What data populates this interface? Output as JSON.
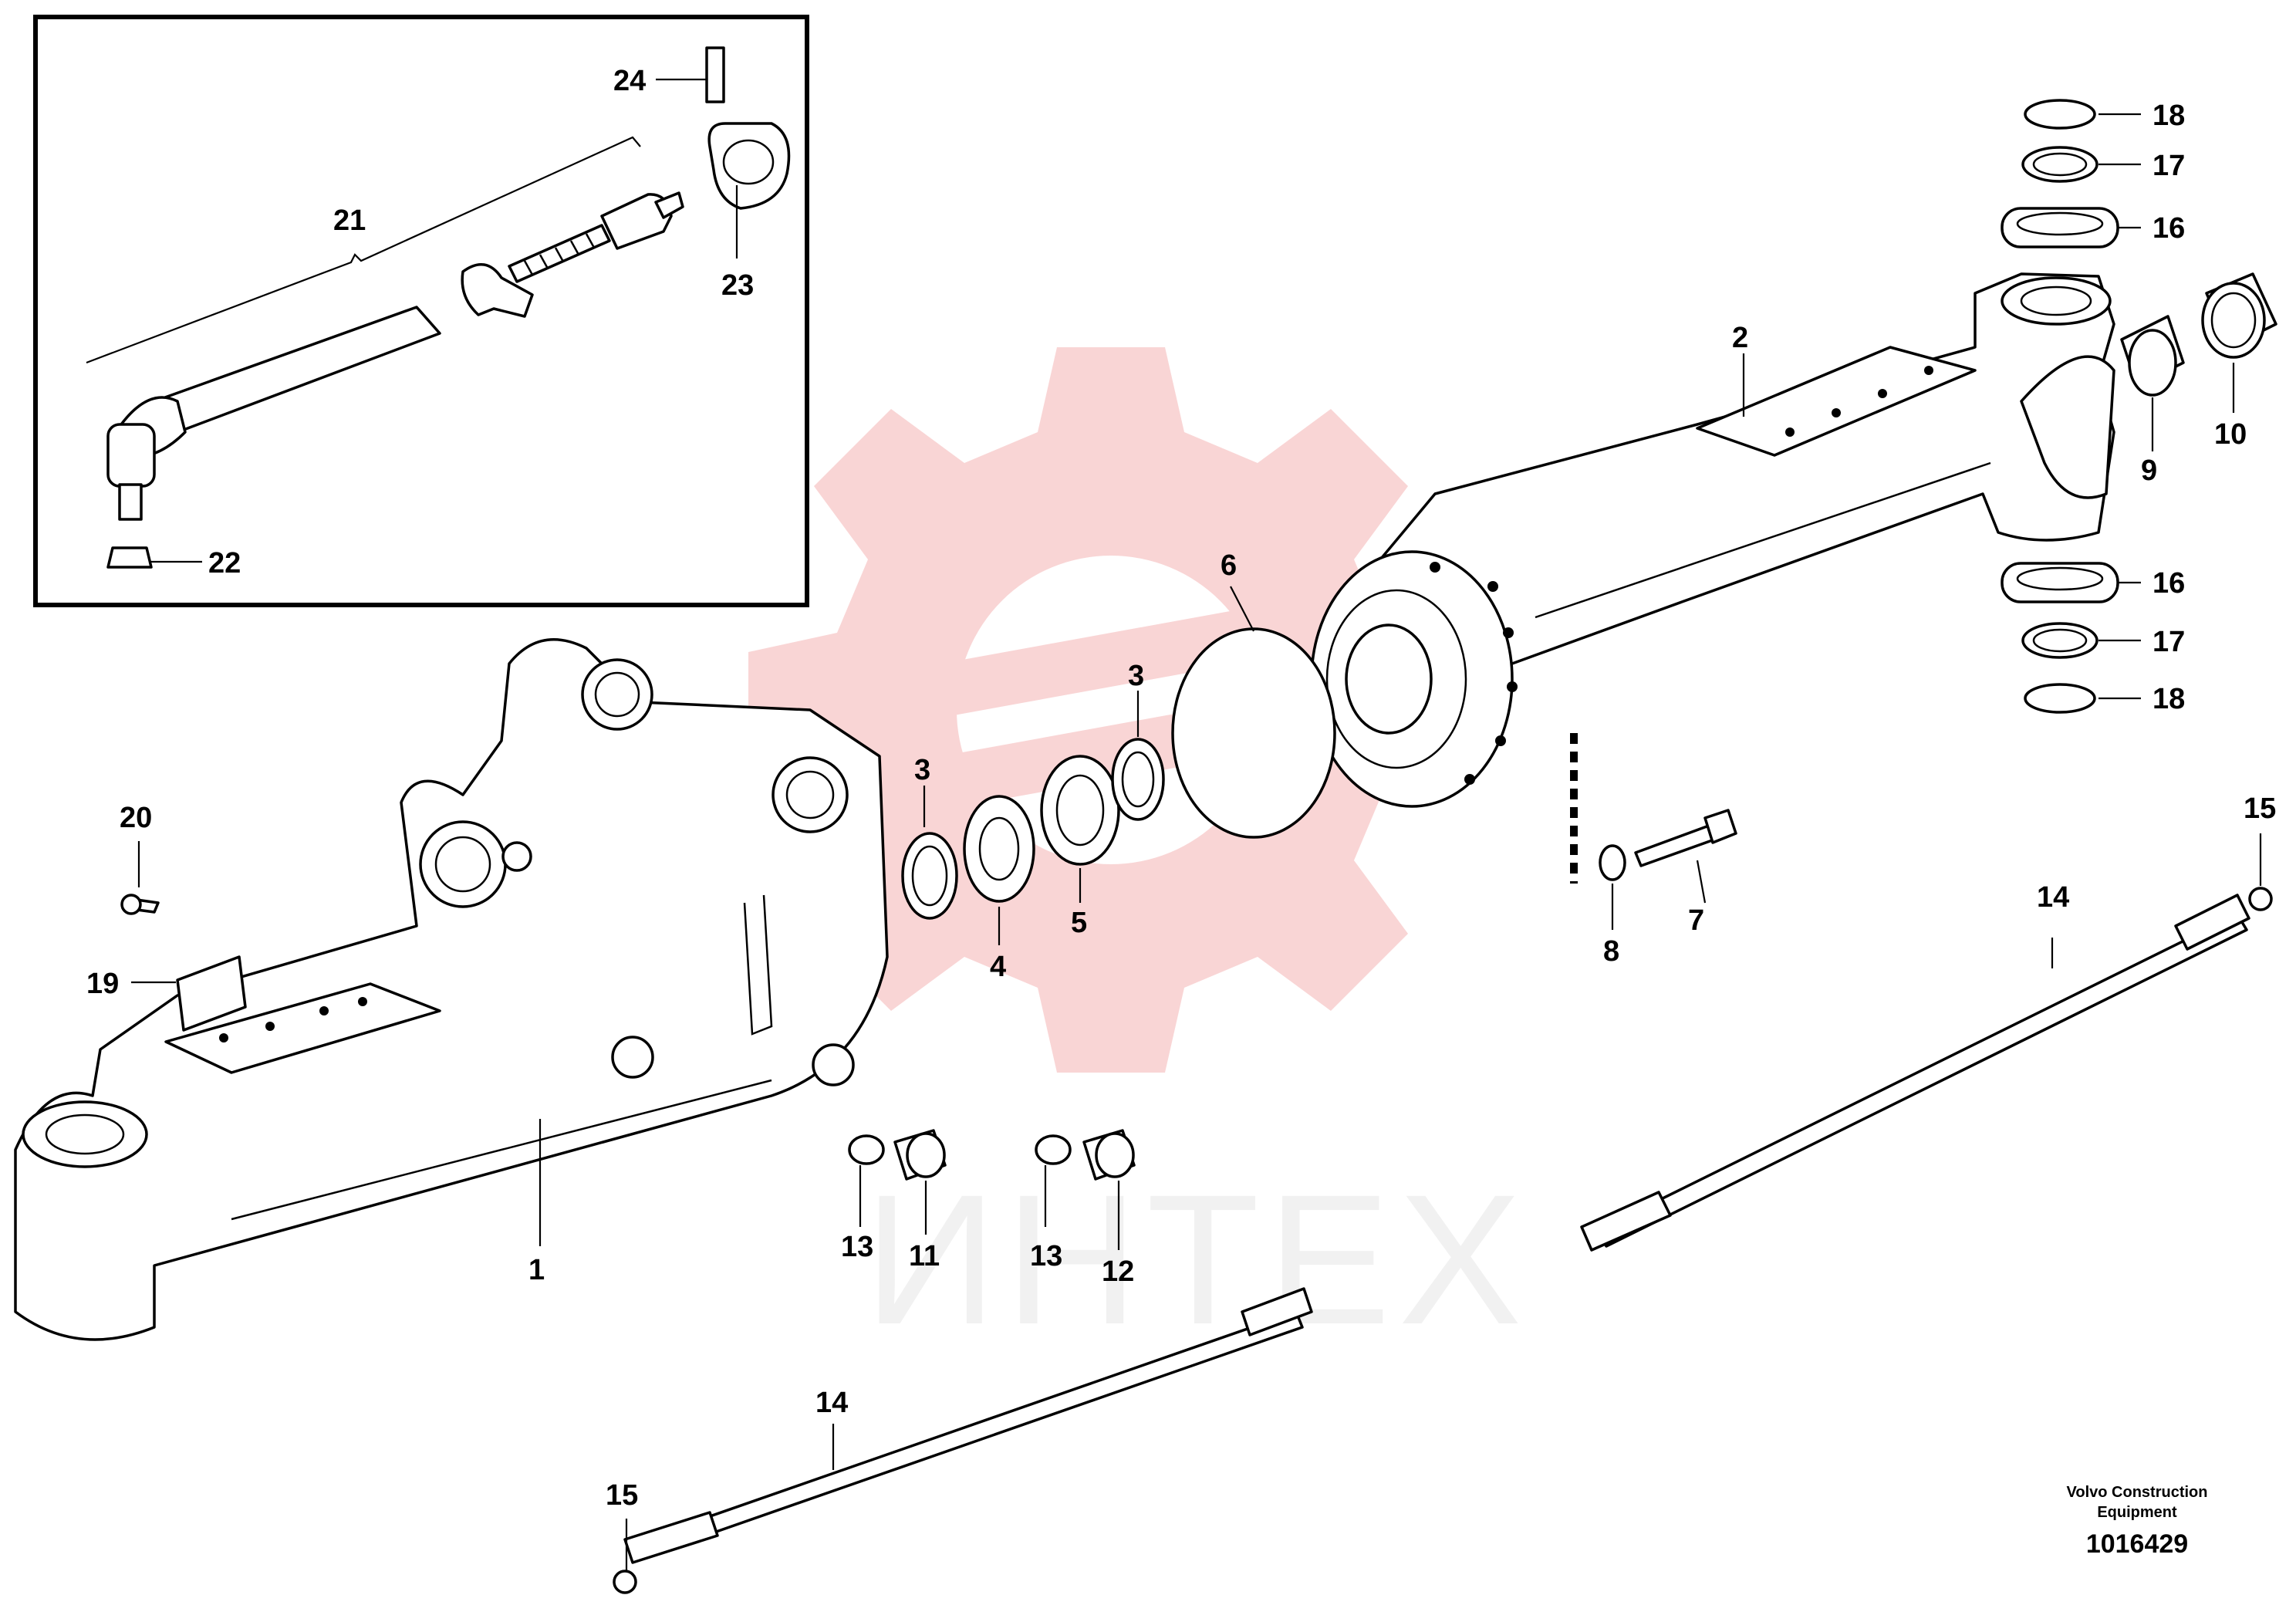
{
  "watermark": {
    "text": "ИНТЕХ",
    "color": "#f7c6c6"
  },
  "caption": {
    "brand_line1": "Volvo Construction",
    "brand_line2": "Equipment",
    "drawing_number": "1016429"
  },
  "callouts": {
    "c1": "1",
    "c2": "2",
    "c3a": "3",
    "c3b": "3",
    "c4": "4",
    "c5": "5",
    "c6": "6",
    "c7": "7",
    "c8": "8",
    "c9": "9",
    "c10": "10",
    "c11": "11",
    "c12": "12",
    "c13a": "13",
    "c13b": "13",
    "c14a": "14",
    "c14b": "14",
    "c15a": "15",
    "c15b": "15",
    "c16a": "16",
    "c16b": "16",
    "c17a": "17",
    "c17b": "17",
    "c18a": "18",
    "c18b": "18",
    "c19": "19",
    "c20": "20",
    "c21": "21",
    "c22": "22",
    "c23": "23",
    "c24": "24"
  }
}
